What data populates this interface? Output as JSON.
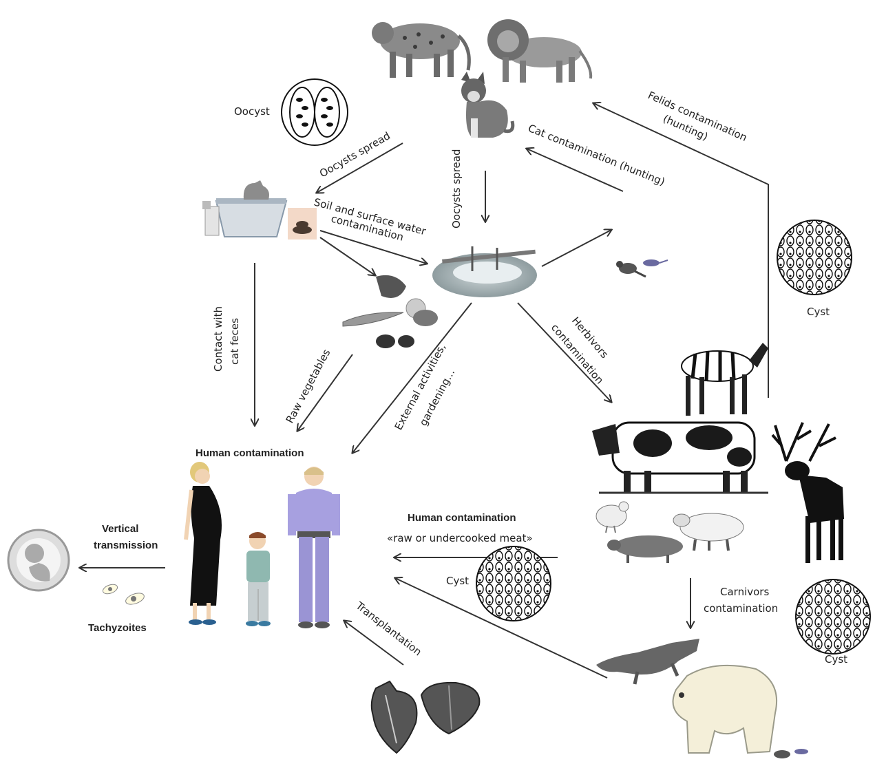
{
  "labels": {
    "oocyst": "Oocyst",
    "oocysts_spread_left": "Oocysts spread",
    "oocysts_spread_center": "Oocysts spread",
    "cat_contamination": "Cat contamination (hunting)",
    "felids_contamination_1": "Felids contamination",
    "felids_contamination_2": "(hunting)",
    "soil_water_1": "Soil and surface water",
    "soil_water_2": "contamination",
    "contact_cat_feces_1": "Contact with",
    "contact_cat_feces_2": "cat feces",
    "raw_vegetables": "Raw vegetables",
    "external_activities_1": "External activities,",
    "external_activities_2": "gardening…",
    "herbivors_1": "Herbivors",
    "herbivors_2": "contamination",
    "cyst_right_top": "Cyst",
    "human_contamination_title": "Human contamination",
    "human_contamination_meat_1": "Human contamination",
    "human_contamination_meat_2": "«raw or undercooked meat»",
    "cyst_center": "Cyst",
    "vertical_transmission_1": "Vertical",
    "vertical_transmission_2": "transmission",
    "tachyzoites": "Tachyzoites",
    "transplantation": "Transplantation",
    "carnivors_1": "Carnivors",
    "carnivors_2": "contamination",
    "cyst_right_bottom": "Cyst"
  },
  "icons": [
    "jaguar-icon",
    "lion-icon",
    "cat-icon",
    "oocyst-icon",
    "litter-box-icon",
    "feces-icon",
    "pond-icon",
    "bird-mouse-icon",
    "vegetables-icon",
    "cyst-icon",
    "zebra-icon",
    "cow-icon",
    "deer-icon",
    "chicken-icon",
    "sheep-icon",
    "pig-icon",
    "pregnant-woman-icon",
    "child-icon",
    "man-icon",
    "fetus-icon",
    "tachyzoites-icon",
    "heart-icon",
    "liver-icon",
    "fox-icon",
    "polar-bear-icon"
  ]
}
